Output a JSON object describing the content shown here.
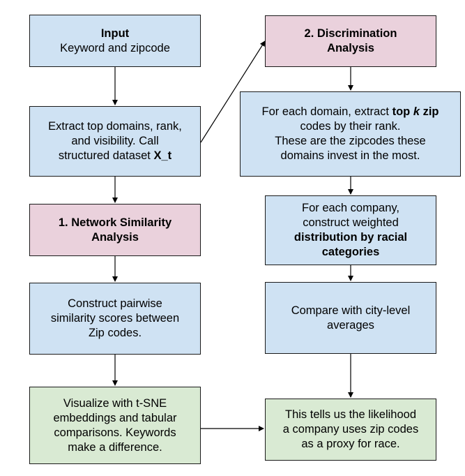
{
  "nodes": {
    "input": {
      "title": "Input",
      "line1": "Keyword and zipcode"
    },
    "extract": {
      "line1": "Extract top domains, rank,",
      "line2": "and visibility. Call",
      "line3_pre": "structured dataset ",
      "line3_bold": "X_t"
    },
    "network": {
      "line1": "1. Network Similarity",
      "line2": "Analysis"
    },
    "pairwise": {
      "line1": "Construct pairwise",
      "line2": "similarity scores between",
      "line3": "Zip codes."
    },
    "visualize": {
      "line1": "Visualize with t-SNE",
      "line2": "embeddings and tabular",
      "line3": "comparisons. Keywords",
      "line4": "make a difference."
    },
    "discrimination": {
      "line1": "2. Discrimination",
      "line2": "Analysis"
    },
    "topk": {
      "line1_pre": "For each domain, extract ",
      "line1_bold": "top ",
      "line1_bold_italic": "k",
      "line1_bold_post": " zip",
      "line2": "codes by their rank.",
      "line3": "These are the zipcodes these",
      "line4": "domains invest in the most."
    },
    "distribution": {
      "line1": "For each company,",
      "line2": "construct weighted",
      "line3_bold": "distribution by racial",
      "line4_bold": "categories"
    },
    "compare": {
      "line1": "Compare with city-level",
      "line2": "averages"
    },
    "likelihood": {
      "line1": "This tells us the likelihood",
      "line2": "a company uses zip codes",
      "line3": "as a proxy for race."
    }
  },
  "colors": {
    "blue": "#cfe2f3",
    "pink": "#ead1dc",
    "green": "#d9ead3",
    "border": "#1a1a1a"
  }
}
